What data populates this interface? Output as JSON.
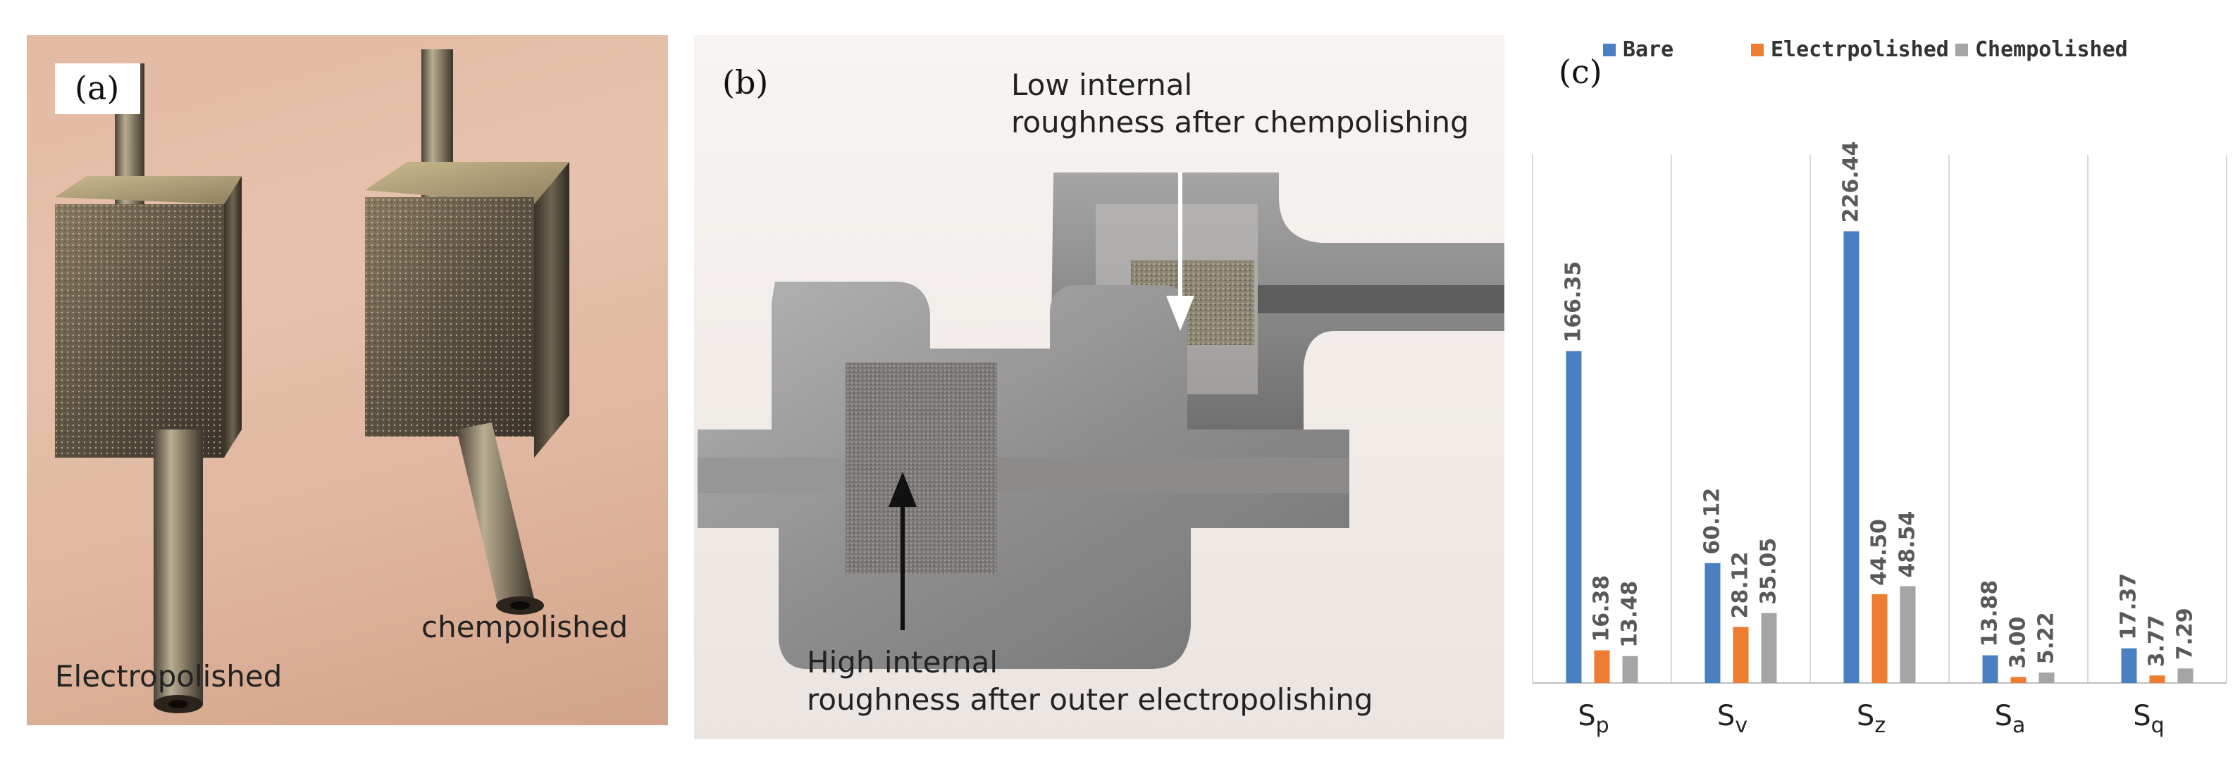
{
  "panels": {
    "a": {
      "label": "(a)",
      "caption_left": "Electropolished",
      "caption_right": "chempolished"
    },
    "b": {
      "label": "(b)",
      "caption_top_line1": "Low internal",
      "caption_top_line2": "roughness after chempolishing",
      "caption_bottom_line1": "High internal",
      "caption_bottom_line2": "roughness after outer electropolishing"
    },
    "c": {
      "label": "(c)"
    }
  },
  "colors": {
    "bare": "#4a7fc1",
    "electropolished": "#ed7d31",
    "chempolished": "#a5a5a5"
  },
  "chart_data": {
    "type": "bar",
    "categories": [
      "Sp",
      "Sv",
      "Sz",
      "Sa",
      "Sq"
    ],
    "category_subscripts": [
      "p",
      "v",
      "z",
      "a",
      "q"
    ],
    "category_base": "S",
    "series": [
      {
        "name": "Bare",
        "values": [
          166.35,
          60.12,
          226.44,
          13.88,
          17.37
        ]
      },
      {
        "name": "Electrpolished",
        "values": [
          16.38,
          28.12,
          44.5,
          3.0,
          3.77
        ]
      },
      {
        "name": "Chempolished",
        "values": [
          13.48,
          35.05,
          48.54,
          5.22,
          7.29
        ]
      }
    ],
    "value_labels": [
      [
        "166.35",
        "60.12",
        "226.44",
        "13.88",
        "17.37"
      ],
      [
        "16.38",
        "28.12",
        "44.50",
        "3.00",
        "3.77"
      ],
      [
        "13.48",
        "35.05",
        "48.54",
        "5.22",
        "7.29"
      ]
    ],
    "ylim": [
      0,
      240
    ],
    "legend_position": "top",
    "grid": "vertical category separators",
    "title": "",
    "xlabel": "",
    "ylabel": ""
  }
}
